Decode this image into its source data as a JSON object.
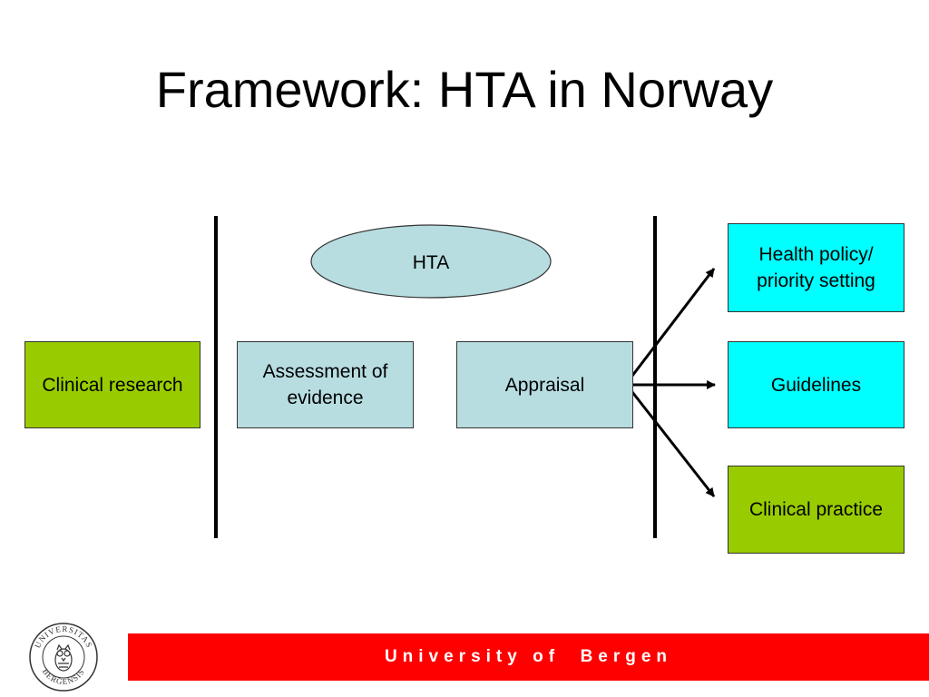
{
  "title": "Framework: HTA in Norway",
  "nodes": {
    "hta": "HTA",
    "clinical_research": "Clinical research",
    "assessment_line1": "Assessment of",
    "assessment_line2": "evidence",
    "appraisal": "Appraisal",
    "policy_line1": "Health policy/",
    "policy_line2": "priority setting",
    "guidelines": "Guidelines",
    "clinical_practice": "Clinical practice"
  },
  "footer": {
    "university": "University of  Bergen",
    "seal_top": "UNIVERSITAS",
    "seal_bottom": "BERGENSIS"
  },
  "colors": {
    "green": "#99cc00",
    "light_blue": "#b7dde1",
    "cyan": "#00ffff",
    "footer_red": "#ff0000"
  }
}
